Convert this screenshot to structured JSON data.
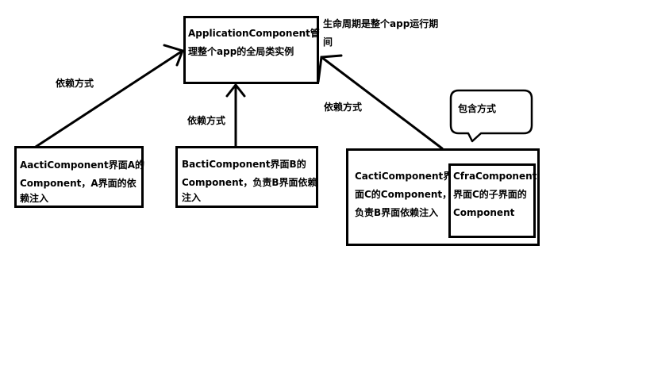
{
  "application": {
    "line1": "ApplicationComponent管",
    "line2": "理整个app的全局类实例"
  },
  "lifecycle_note": {
    "line1": "生命周期是整个app运行期",
    "line2": "间"
  },
  "component_a": {
    "line1": "AactiComponent界面A的",
    "line2": "Component，A界面的依",
    "line3": "赖注入"
  },
  "component_b": {
    "line1": "BactiComponent界面B的",
    "line2": "Component，负责B界面依赖",
    "line3": "注入"
  },
  "component_c": {
    "line1": "CactiComponent界",
    "line2": "面C的Component，",
    "line3": "负责B界面依赖注入"
  },
  "component_cfra": {
    "line1": "CfraComponent",
    "line2": "界面C的子界面的",
    "line3": "Component"
  },
  "labels": {
    "dependency_a": "依赖方式",
    "dependency_b": "依赖方式",
    "dependency_c": "依赖方式",
    "include": "包含方式"
  }
}
